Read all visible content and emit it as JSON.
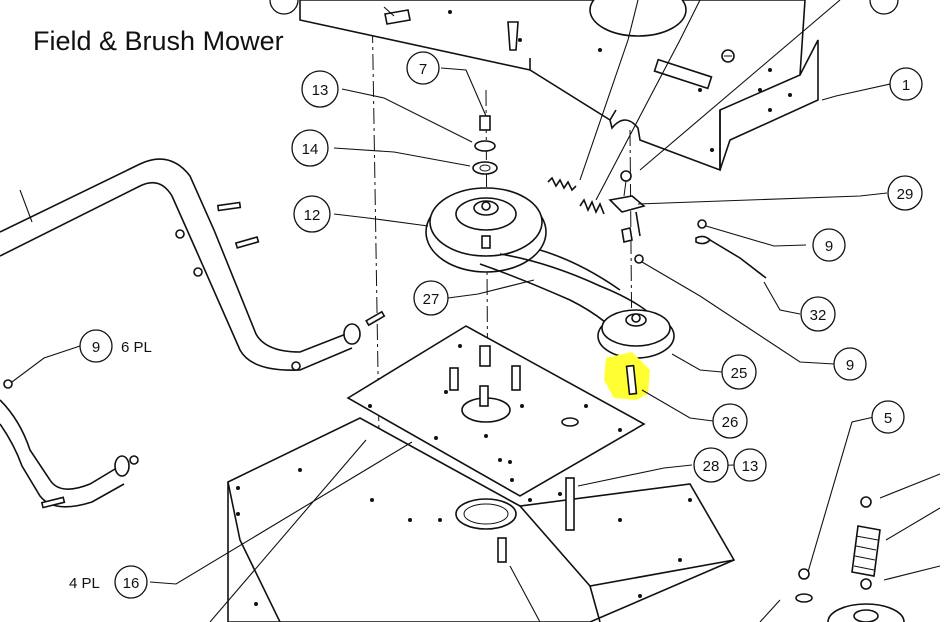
{
  "title": "Field & Brush Mower",
  "highlight_color": "#ffff33",
  "callouts": {
    "c1": "1",
    "c5": "5",
    "c7": "7",
    "c9a": "9",
    "c9b": "9",
    "c9c": "9",
    "c9c_note": "6 PL",
    "c12": "12",
    "c13a": "13",
    "c13b": "13",
    "c14": "14",
    "c16": "16",
    "c16_note": "4 PL",
    "c25": "25",
    "c26": "26",
    "c27": "27",
    "c28": "28",
    "c29": "29",
    "c32": "32"
  }
}
